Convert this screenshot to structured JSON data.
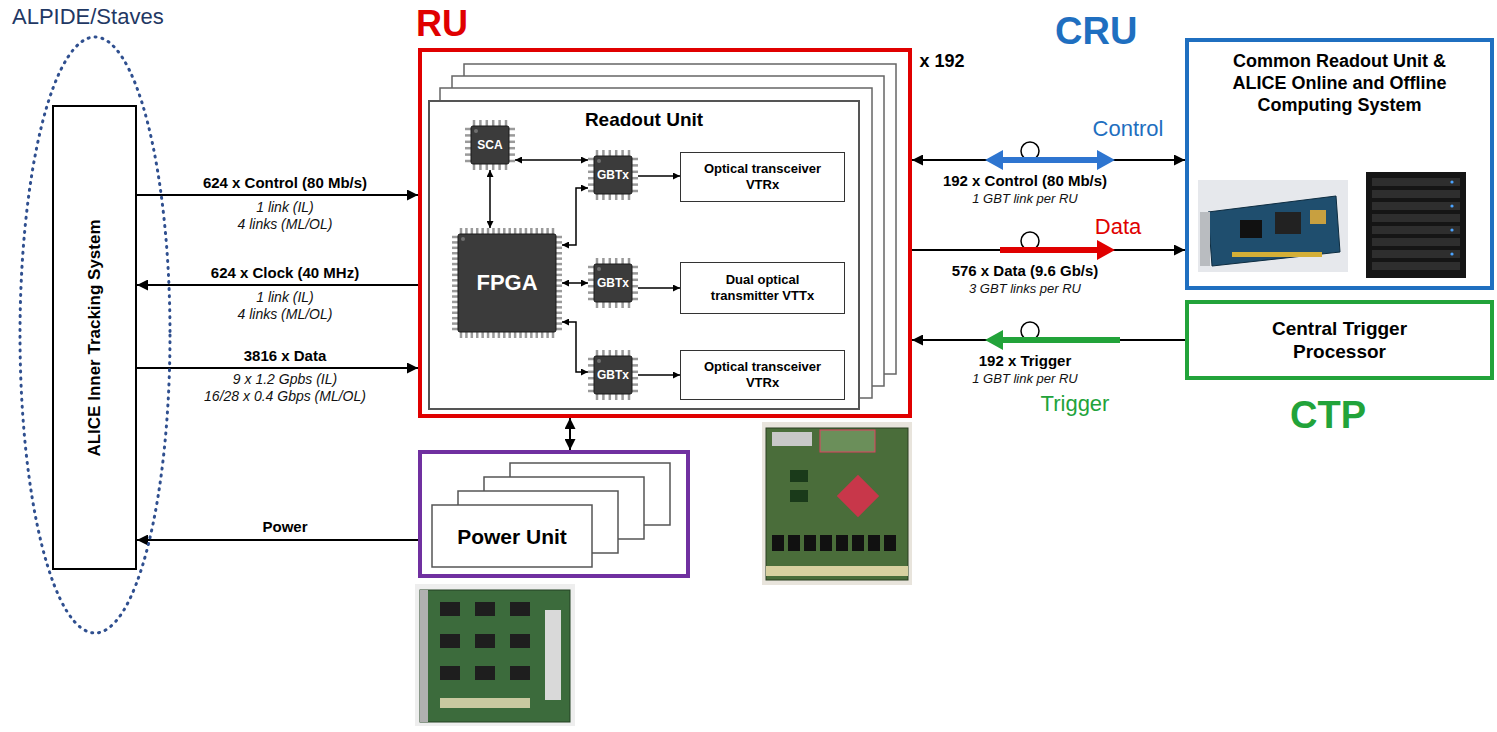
{
  "diagram": {
    "nodes": [
      {
        "text": [
          "ALPIDE/Staves"
        ]
      },
      {
        "text": [
          "ALICE Inner Tracking System"
        ],
        "in": 0
      },
      {
        "text": [
          "RU"
        ]
      },
      {
        "text": [
          "Readout Unit"
        ],
        "in": 2
      },
      {
        "text": [
          "SCA"
        ],
        "in": 3
      },
      {
        "text": [
          "FPGA"
        ],
        "in": 3
      },
      {
        "text": [
          "GBTx"
        ],
        "in": 3
      },
      {
        "text": [
          "GBTx"
        ],
        "in": 3
      },
      {
        "text": [
          "GBTx"
        ],
        "in": 3
      },
      {
        "text": [
          "Optical transceiver VTRx"
        ],
        "in": 3
      },
      {
        "text": [
          "Dual optical transmitter VTTx"
        ],
        "in": 3
      },
      {
        "text": [
          "Optical transceiver VTRx"
        ],
        "in": 3
      },
      {
        "text": [
          "CRU",
          "Common Readout Unit & ALICE Online and Offline Computing System"
        ]
      },
      {
        "text": [
          "Central Trigger Processor",
          "CTP"
        ]
      },
      {
        "text": [
          "Power Unit"
        ]
      }
    ],
    "edges": [
      {
        "from": 1,
        "to": 2,
        "label": "624 x Control (80 Mb/s)",
        "arrow": "to"
      },
      {
        "from": 2,
        "to": 1,
        "label": "624 x Clock (40 MHz)",
        "arrow": "to"
      },
      {
        "from": 1,
        "to": 2,
        "label": "3816 x Data",
        "arrow": "to"
      },
      {
        "from": 14,
        "to": 1,
        "label": "Power",
        "arrow": "to"
      },
      {
        "from": 2,
        "to": 12,
        "label": "192 x Control (80 Mb/s)",
        "arrow": "both"
      },
      {
        "from": 2,
        "to": 12,
        "label": "576 x Data (9.6 Gb/s)",
        "arrow": "to"
      },
      {
        "from": 13,
        "to": 2,
        "label": "192 x Trigger",
        "arrow": "to"
      },
      {
        "from": 14,
        "to": 2,
        "arrow": "both"
      },
      {
        "from": 4,
        "to": 6,
        "arrow": "both"
      },
      {
        "from": 4,
        "to": 5,
        "arrow": "both"
      },
      {
        "from": 5,
        "to": 6,
        "arrow": "both"
      },
      {
        "from": 5,
        "to": 7,
        "arrow": "both"
      },
      {
        "from": 5,
        "to": 8,
        "arrow": "both"
      },
      {
        "from": 6,
        "to": 9,
        "arrow": "to"
      },
      {
        "from": 7,
        "to": 10,
        "arrow": "to"
      },
      {
        "from": 8,
        "to": 11,
        "arrow": "to"
      }
    ],
    "labels": [
      "x 192",
      "Control",
      "Data",
      "Trigger",
      "1 link (IL)",
      "4 links (ML/OL)",
      "1 link (IL)",
      "4 links (ML/OL)",
      "9 x 1.2 Gpbs (IL)",
      "16/28 x 0.4 Gbps (ML/OL)",
      "1 GBT link per RU",
      "3 GBT links per RU",
      "1 GBT link per RU"
    ]
  }
}
